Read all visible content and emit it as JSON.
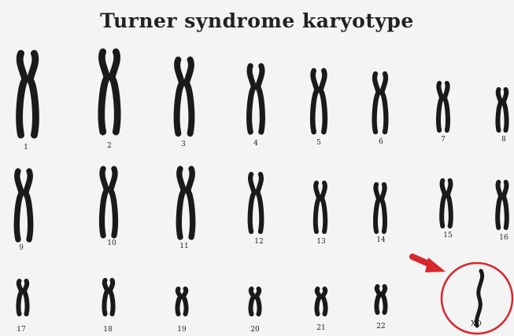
{
  "title": "Turner syndrome karyotype",
  "chromosomes": [
    {
      "label": "1"
    },
    {
      "label": "2"
    },
    {
      "label": "3"
    },
    {
      "label": "4"
    },
    {
      "label": "5"
    },
    {
      "label": "6"
    },
    {
      "label": "7"
    },
    {
      "label": "8"
    },
    {
      "label": "9"
    },
    {
      "label": "10"
    },
    {
      "label": "11"
    },
    {
      "label": "12"
    },
    {
      "label": "13"
    },
    {
      "label": "14"
    },
    {
      "label": "15"
    },
    {
      "label": "16"
    },
    {
      "label": "17"
    },
    {
      "label": "18"
    },
    {
      "label": "19"
    },
    {
      "label": "20"
    },
    {
      "label": "21"
    },
    {
      "label": "22"
    }
  ],
  "sex_chromosome": {
    "label": "XO"
  },
  "colors": {
    "chromosome": "#1a1a1a",
    "highlight": "#d8262d",
    "background": "#f4f4f4"
  },
  "icons": {
    "pointer": "red-arrow-icon",
    "highlight": "circle-highlight"
  }
}
